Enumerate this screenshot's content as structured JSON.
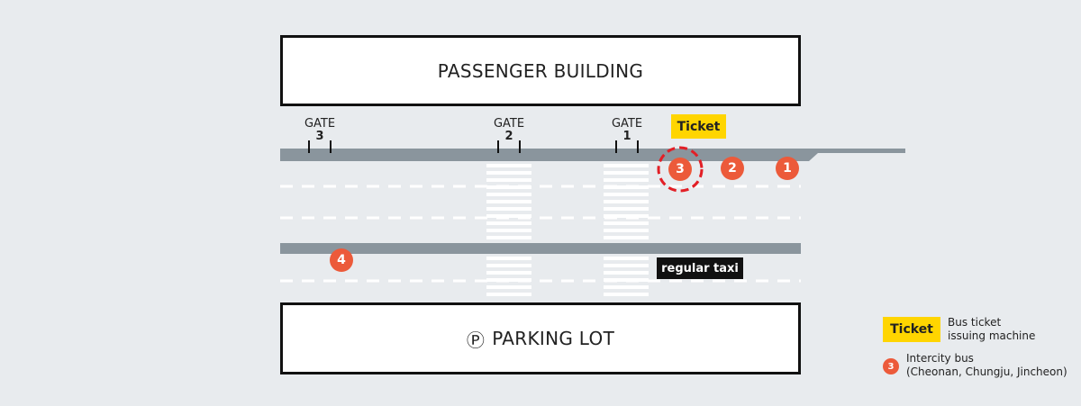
{
  "buildings": {
    "passenger": "PASSENGER BUILDING",
    "parking_symbol": "Ⓟ",
    "parking": "PARKING LOT"
  },
  "gates": [
    {
      "word": "GATE",
      "number": "3"
    },
    {
      "word": "GATE",
      "number": "2"
    },
    {
      "word": "GATE",
      "number": "1"
    }
  ],
  "stops": [
    "1",
    "2",
    "3",
    "4"
  ],
  "highlighted_stop": "3",
  "tags": {
    "ticket": "Ticket",
    "regular_taxi": "regular taxi"
  },
  "legend": {
    "ticket_tag": "Ticket",
    "ticket_desc_line1": "Bus ticket",
    "ticket_desc_line2": "issuing machine",
    "stop_number": "3",
    "stop_desc_line1": "Intercity bus",
    "stop_desc_line2": "(Cheonan, Chungju, Jincheon)"
  },
  "colors": {
    "background": "#e8ebee",
    "road_edge": "#8a959d",
    "stop": "#ec5a3a",
    "highlight_ring": "#e21f26",
    "ticket": "#ffd500",
    "taxi": "#111111"
  }
}
